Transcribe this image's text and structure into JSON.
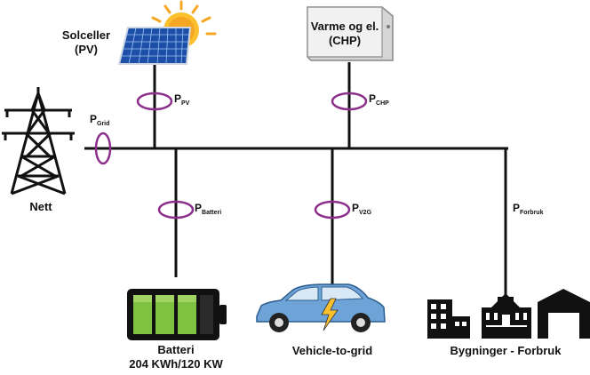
{
  "nodes": {
    "pv": {
      "line1": "Solceller",
      "line2": "(PV)"
    },
    "chp": {
      "line1": "Varme og el.",
      "line2": "(CHP)"
    },
    "grid": {
      "label": "Nett"
    },
    "battery": {
      "line1": "Batteri",
      "line2": "204 KWh/120 KW"
    },
    "v2g": {
      "label": "Vehicle-to-grid"
    },
    "buildings": {
      "label": "Bygninger - Forbruk"
    }
  },
  "sensors": {
    "pv": {
      "p": "P",
      "sub": "PV"
    },
    "chp": {
      "p": "P",
      "sub": "CHP"
    },
    "grid": {
      "p": "P",
      "sub": "Grid"
    },
    "battery": {
      "p": "P",
      "sub": "Batteri"
    },
    "v2g": {
      "p": "P",
      "sub": "V2G"
    },
    "consumption": {
      "p": "P",
      "sub": "Forbruk"
    }
  },
  "colors": {
    "sensor_ring": "#8b2f8b",
    "line": "#111111",
    "battery_green": "#7fc241",
    "car_blue": "#6ea3d8",
    "sun": "#f5a623",
    "solar_panel": "#2f6fd0"
  }
}
